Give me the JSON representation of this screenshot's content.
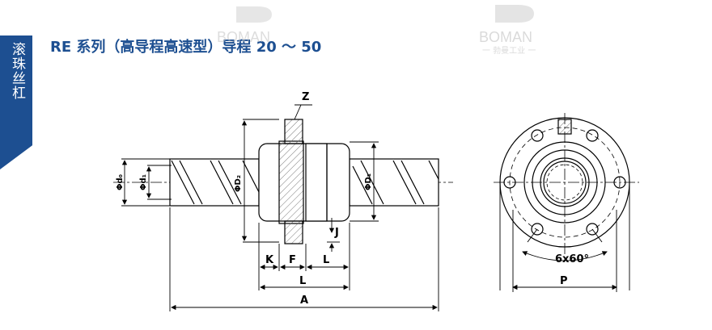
{
  "side_tab": {
    "label": "滚珠丝杠"
  },
  "title": "RE 系列（高导程高速型）导程 20 ～ 50",
  "watermark": {
    "brand": "BOMAN",
    "subtitle": "一 勃曼工业 一"
  },
  "dimensions": {
    "z": "Z",
    "k": "K",
    "f": "F",
    "l": "L",
    "a": "A",
    "j": "J",
    "p": "P",
    "d0": "Φd₀",
    "d1": "Φd₁",
    "d2": "ΦD₂",
    "d1_big": "ΦD₁",
    "bolt_pattern": "6x60°"
  },
  "colors": {
    "accent": "#1d4f91",
    "line": "#000000",
    "watermark": "#bdbdbd"
  }
}
